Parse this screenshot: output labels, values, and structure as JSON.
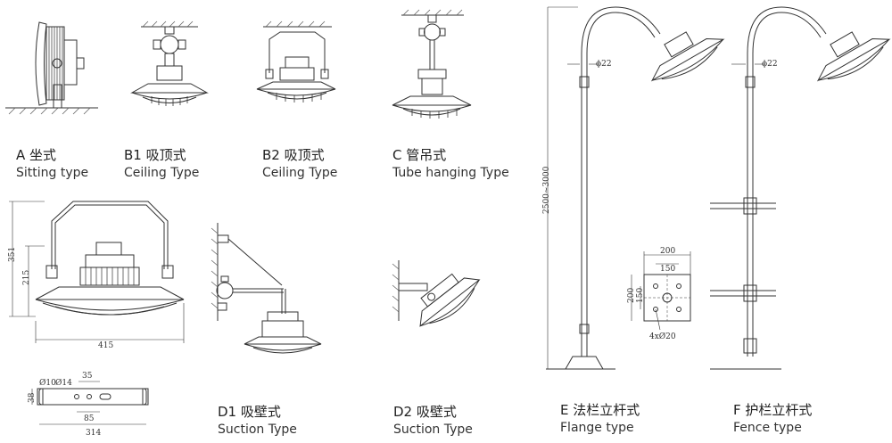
{
  "captions": {
    "A": {
      "title": "A 坐式",
      "subtitle": "Sitting type"
    },
    "B1": {
      "title": "B1 吸顶式",
      "subtitle": "Ceiling  Type"
    },
    "B2": {
      "title": "B2 吸顶式",
      "subtitle": "Ceiling  Type"
    },
    "C": {
      "title": "C 管吊式",
      "subtitle": "Tube hanging Type"
    },
    "D1": {
      "title": "D1 吸壁式",
      "subtitle": "Suction Type"
    },
    "D2": {
      "title": "D2 吸壁式",
      "subtitle": "Suction Type"
    },
    "E": {
      "title": "E 法栏立杆式",
      "subtitle": "Flange type"
    },
    "F": {
      "title": "F 护栏立杆式",
      "subtitle": "Fence type"
    }
  },
  "dimensions": {
    "height_total": "351",
    "height_body": "215",
    "width_total": "415",
    "bracket_hole_d": "Ø10",
    "bracket_hole_d2": "Ø14",
    "bracket_spacing_top": "35",
    "bracket_spacing_bottom": "85",
    "bracket_height": "38",
    "bracket_length": "314",
    "pole_diameter_E": "ϕ22",
    "pole_diameter_F": "ϕ22",
    "pole_height": "2500~3000",
    "flange_outer": "200",
    "flange_inner": "150",
    "flange_side_outer": "200",
    "flange_side_inner": "150",
    "flange_holes": "4xØ20"
  },
  "colors": {
    "line": "#333333",
    "hatch": "#555555",
    "fill": "#ffffff"
  }
}
